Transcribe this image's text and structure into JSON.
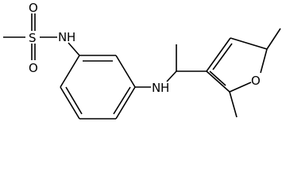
{
  "molecule": {
    "atoms": {
      "S": "S",
      "O_top": "O",
      "O_bottom": "O",
      "N_sulfonamide": "N",
      "H_sulfonamide": "H",
      "N_amine": "N",
      "H_amine": "H",
      "O_furan": "O"
    }
  }
}
